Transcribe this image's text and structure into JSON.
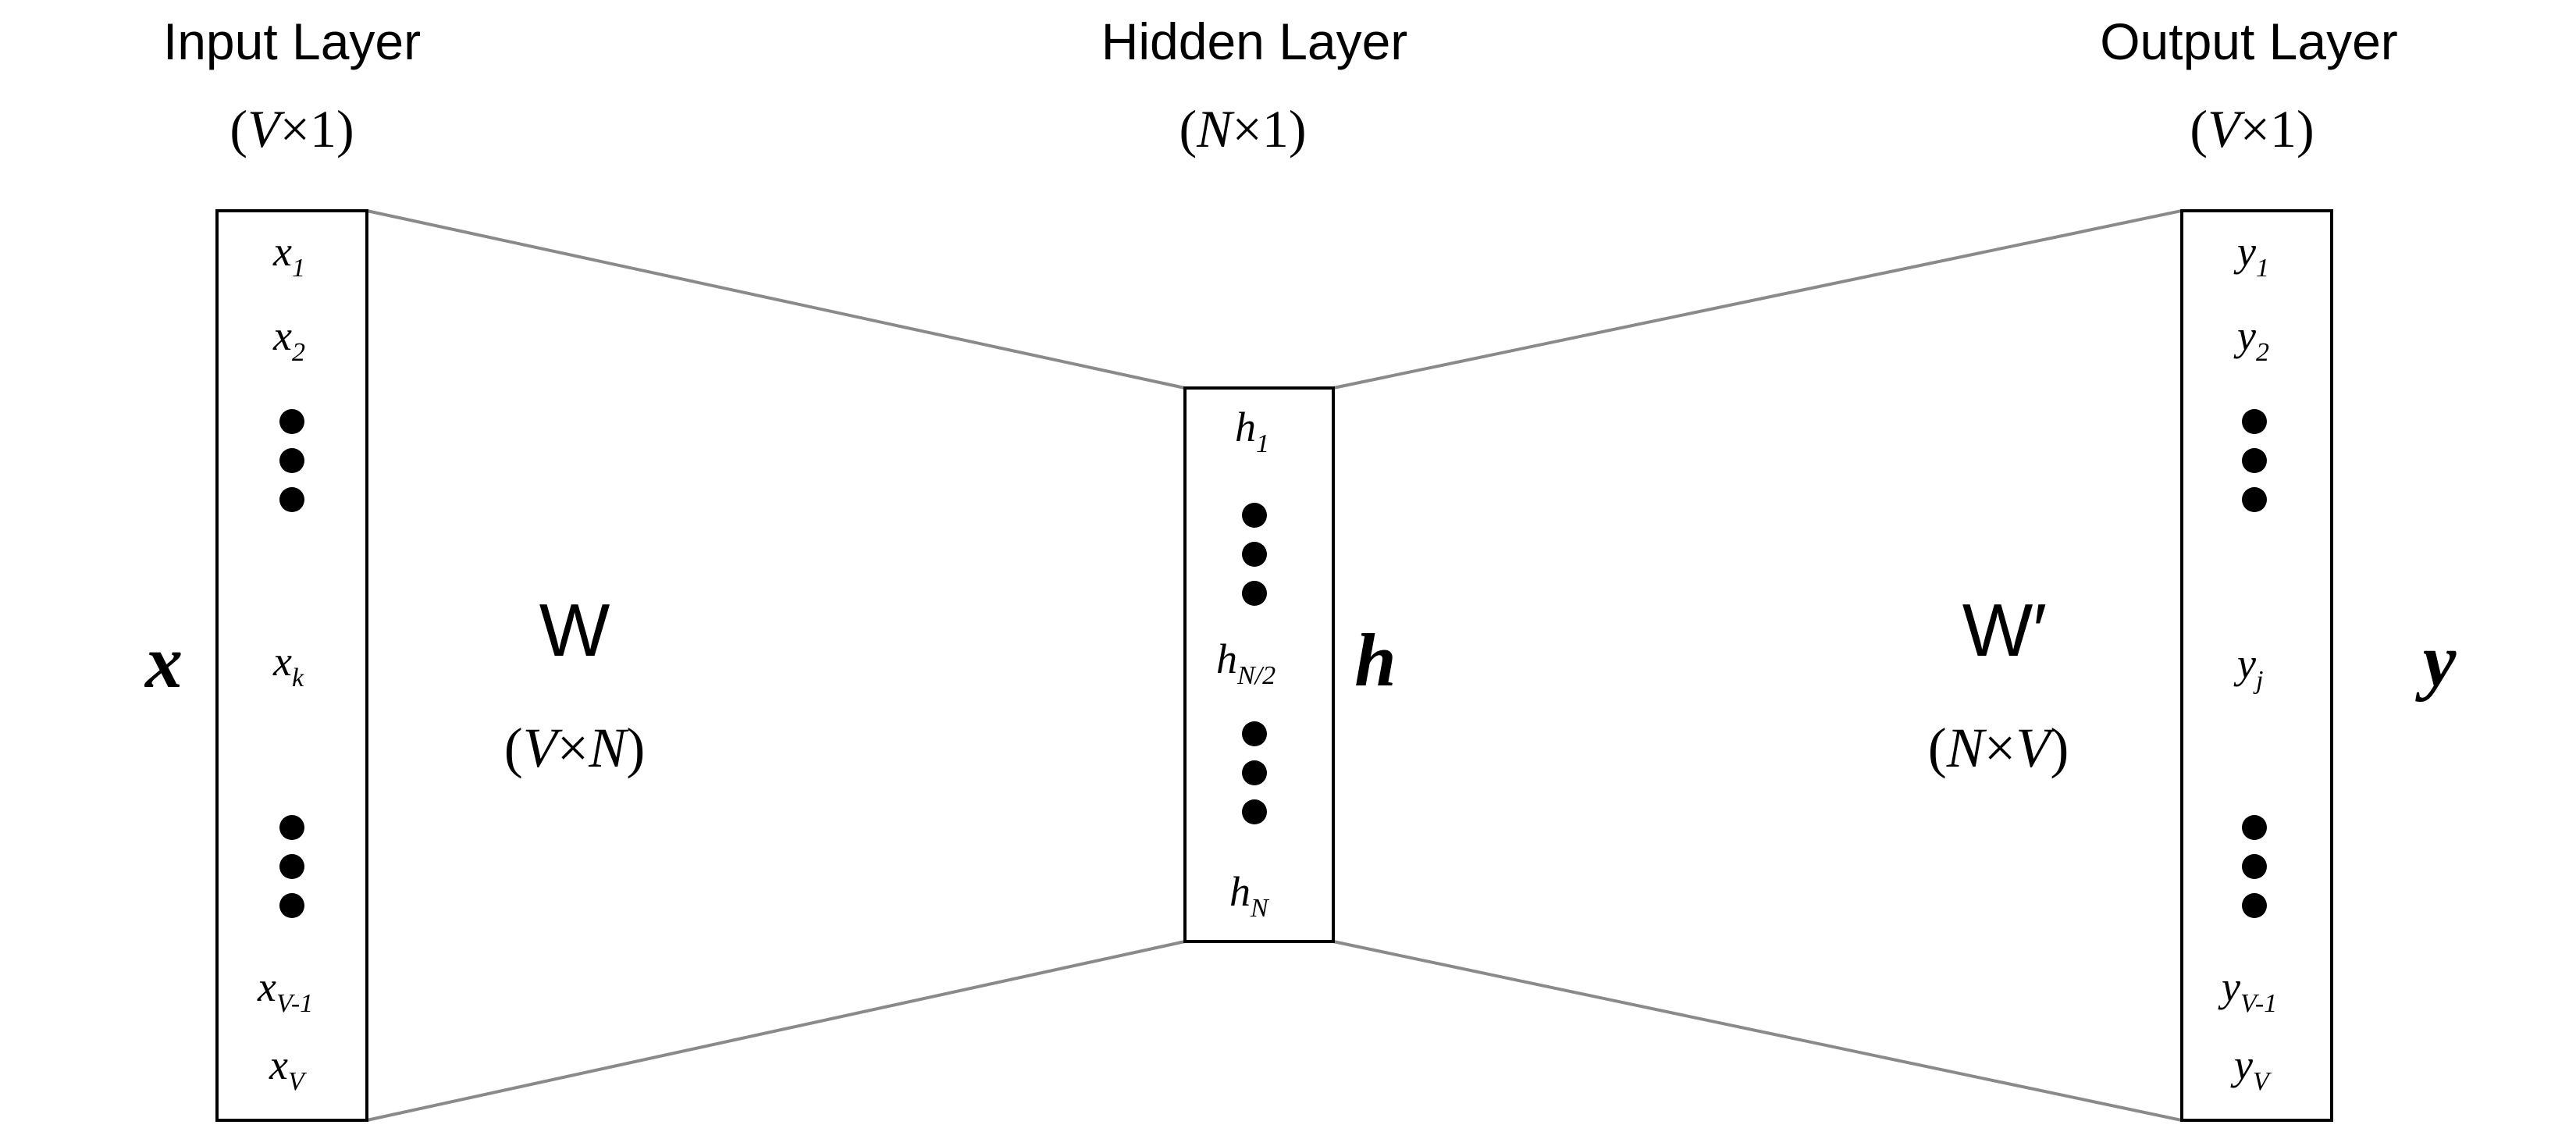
{
  "input_layer": {
    "title": "Input Layer",
    "dims": {
      "open": "(",
      "a": "V",
      "times": "×",
      "b": "1",
      "close": ")"
    },
    "vector_symbol": "x",
    "nodes": [
      {
        "base": "x",
        "sub": "1"
      },
      {
        "base": "x",
        "sub": "2"
      },
      {
        "base": "x",
        "sub": "k"
      },
      {
        "base": "x",
        "sub": "V-1"
      },
      {
        "base": "x",
        "sub": "V"
      }
    ]
  },
  "hidden_layer": {
    "title": "Hidden Layer",
    "dims": {
      "open": "(",
      "a": "N",
      "times": "×",
      "b": "1",
      "close": ")"
    },
    "vector_symbol": "h",
    "nodes": [
      {
        "base": "h",
        "sub": "1"
      },
      {
        "base": "h",
        "sub": "N/2"
      },
      {
        "base": "h",
        "sub": "N"
      }
    ]
  },
  "output_layer": {
    "title": "Output Layer",
    "dims": {
      "open": "(",
      "a": "V",
      "times": "×",
      "b": "1",
      "close": ")"
    },
    "vector_symbol": "y",
    "nodes": [
      {
        "base": "y",
        "sub": "1"
      },
      {
        "base": "y",
        "sub": "2"
      },
      {
        "base": "y",
        "sub": "j"
      },
      {
        "base": "y",
        "sub": "V-1"
      },
      {
        "base": "y",
        "sub": "V"
      }
    ]
  },
  "input_weights": {
    "label": "W",
    "dims": {
      "open": "(",
      "a": "V",
      "times": "×",
      "b": "N",
      "close": ")"
    }
  },
  "output_weights": {
    "label": "W′",
    "dims": {
      "open": "(",
      "a": "N",
      "times": "×",
      "b": "V",
      "close": ")"
    }
  }
}
